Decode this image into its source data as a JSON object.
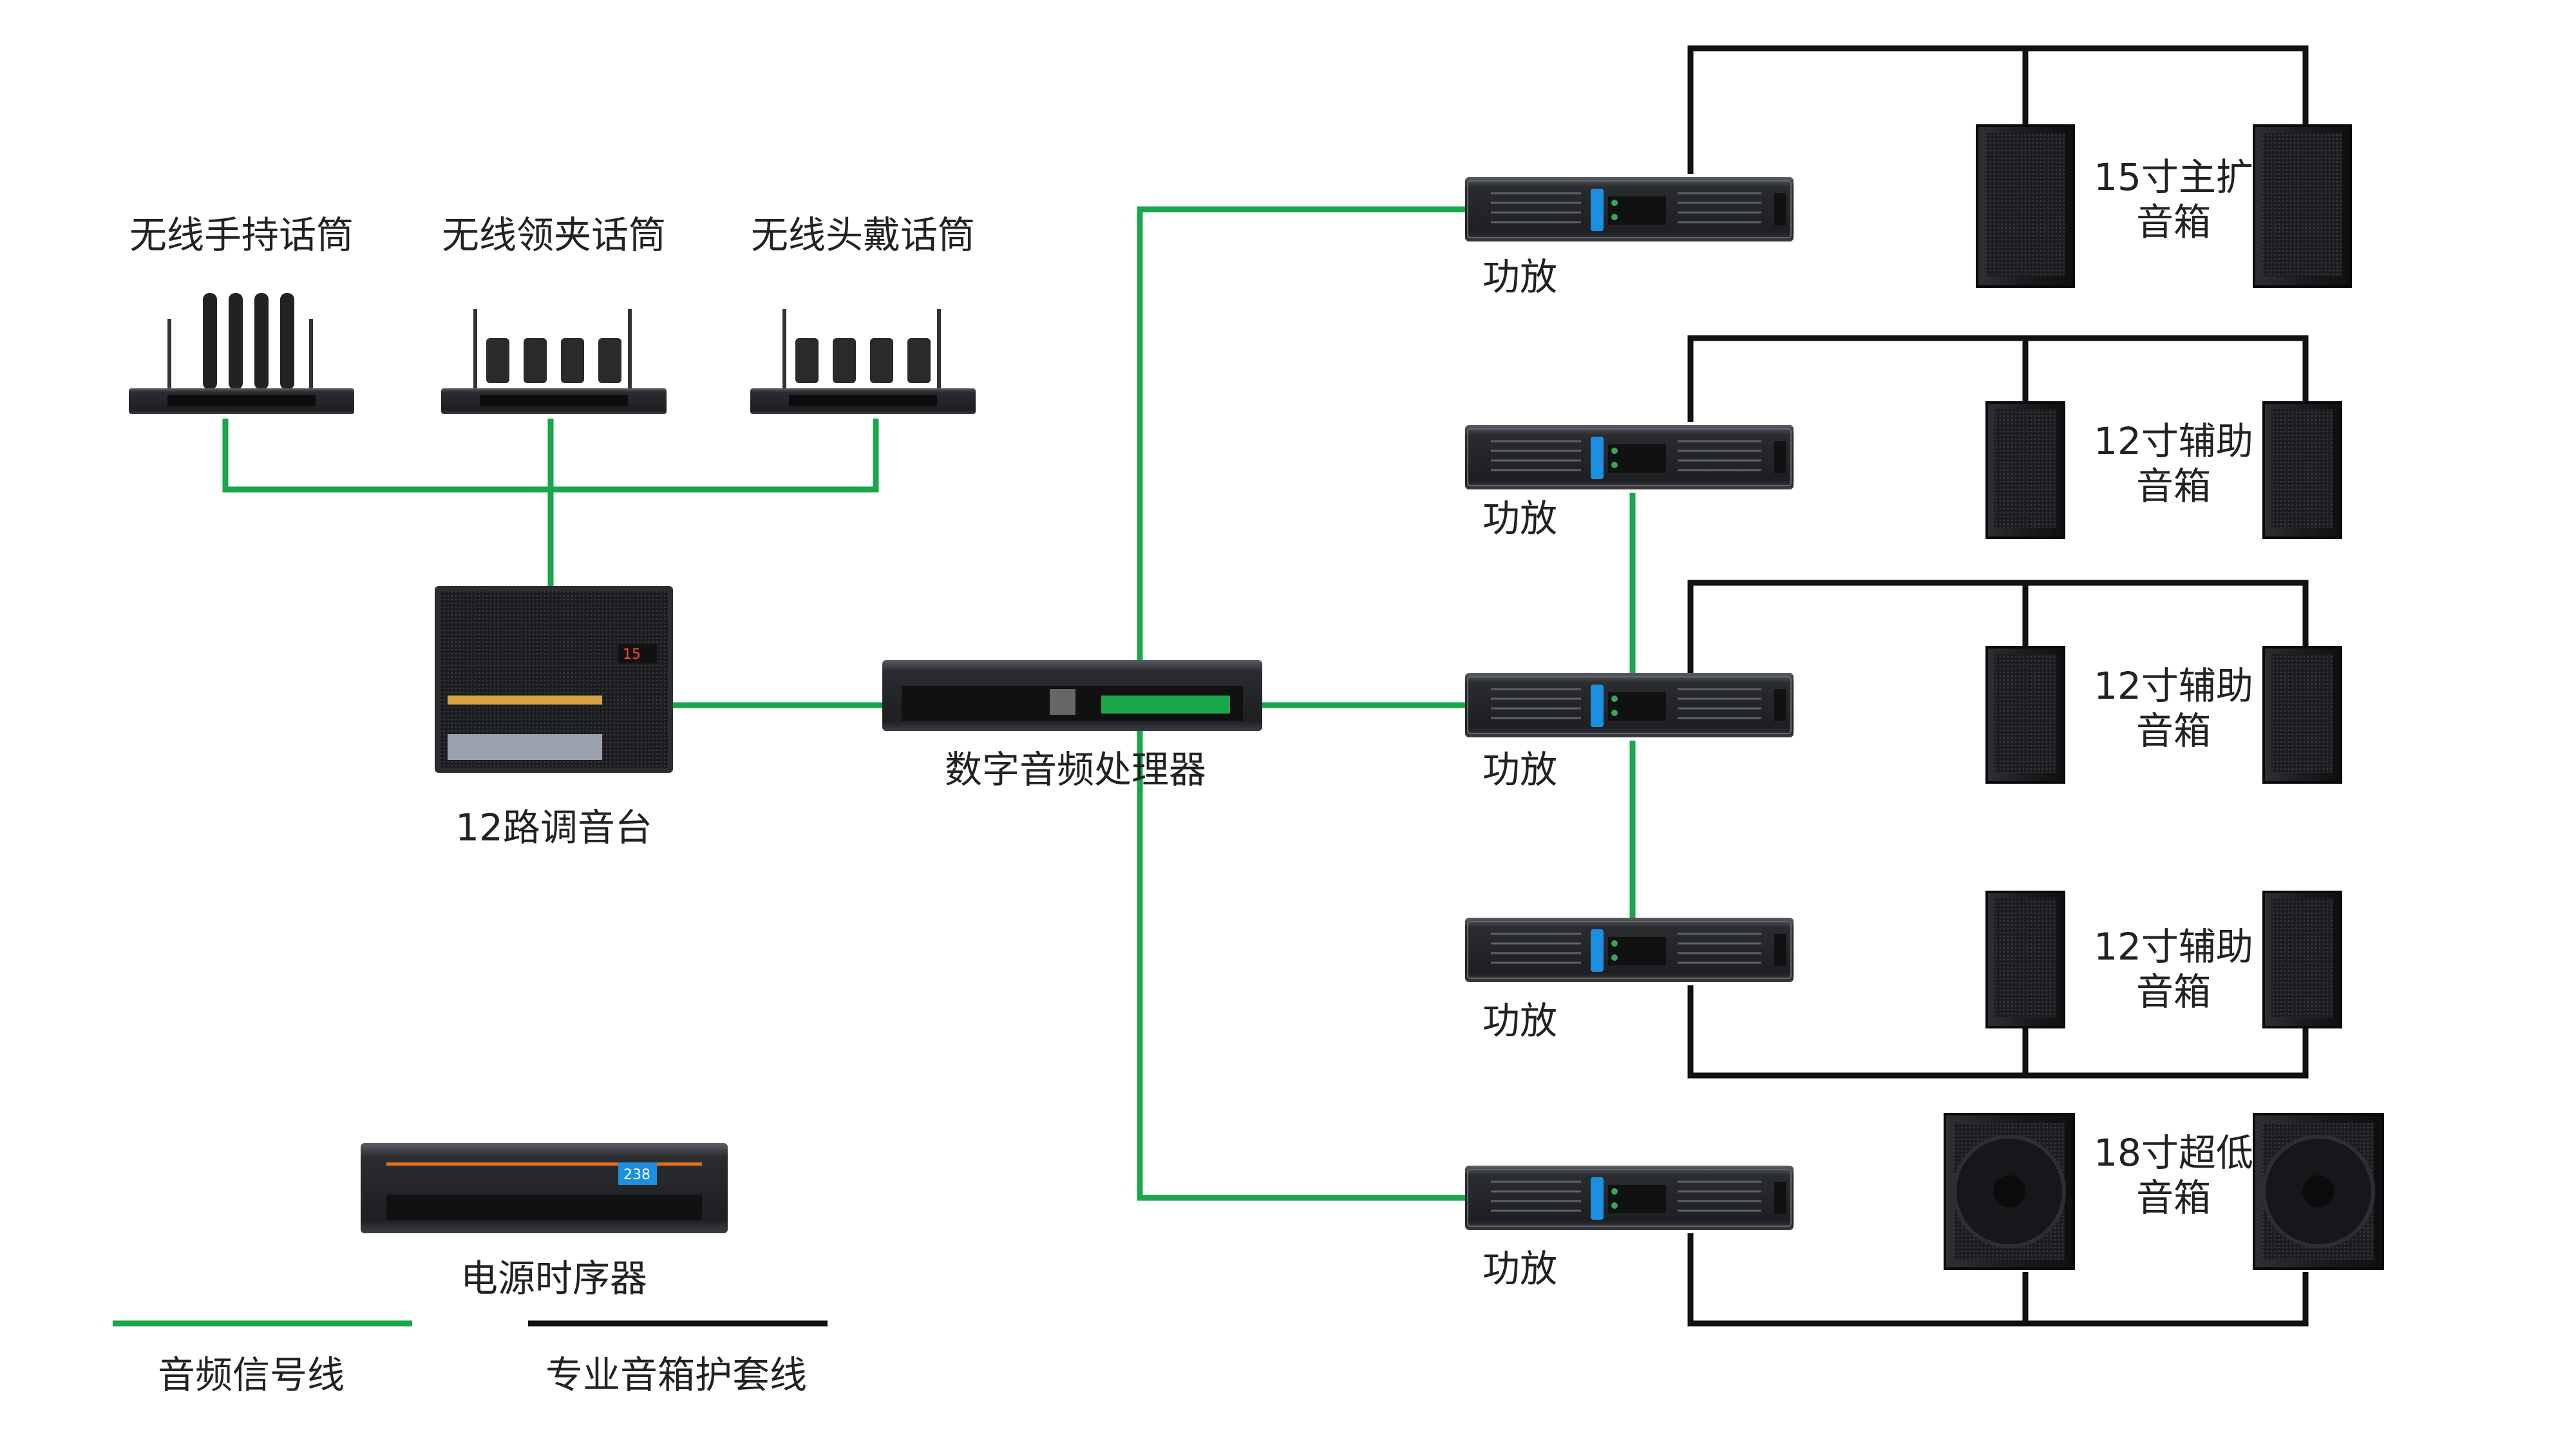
{
  "sources": {
    "handheld_mic": "无线手持话筒",
    "lavalier_mic": "无线领夹话筒",
    "headset_mic": "无线头戴话筒"
  },
  "mixer": "12路调音台",
  "dsp": "数字音频处理器",
  "sequencer": "电源时序器",
  "sequencer_display": "238",
  "mixer_display": "15",
  "amps": [
    "功放",
    "功放",
    "功放",
    "功放",
    "功放"
  ],
  "speaker_groups": [
    {
      "line1": "15寸主扩",
      "line2": "音箱"
    },
    {
      "line1": "12寸辅助",
      "line2": "音箱"
    },
    {
      "line1": "12寸辅助",
      "line2": "音箱"
    },
    {
      "line1": "12寸辅助",
      "line2": "音箱"
    },
    {
      "line1": "18寸超低",
      "line2": "音箱"
    }
  ],
  "legend": {
    "audio_line": "音频信号线",
    "speaker_line": "专业音箱护套线"
  },
  "colors": {
    "audio_line": "#1aa64b",
    "speaker_line": "#111111",
    "device_body": "#2b2d31",
    "amp_accent": "#1e8fe0"
  }
}
